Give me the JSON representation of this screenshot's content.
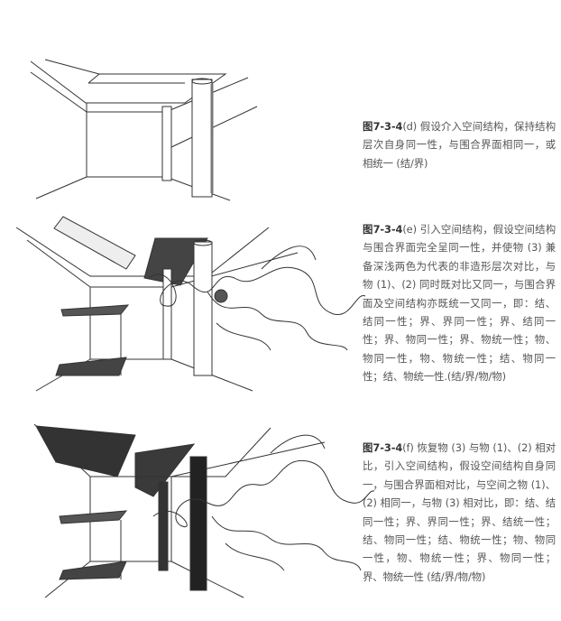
{
  "captions": [
    {
      "id": "图7-3-4",
      "text": "(d) 假设介入空间结构，保持结构层次自身同一性，与围合界面相同一，或相统一 (结/界)"
    },
    {
      "id": "图7-3-4",
      "text": "(e) 引入空间结构，假设空间结构与围合界面完全呈同一性，并使物 (3) 兼备深浅两色为代表的非造形层次对比，与物 (1)、(2) 同时既对比又同一，与围合界面及空间结构亦既统一又同一，即：结、结同一性；界、界同一性；界、结同一性；界、物同一性；界、物统一性；物、物同一性，物、物统一性；结、物同一性；结、物统一性.(结/界/物/物)"
    },
    {
      "id": "图7-3-4",
      "text": "(f) 恢复物 (3) 与物 (1)、(2) 相对比，引入空间结构，假设空间结构自身同一，与围合界面相对比，与空间之物 (1)、(2) 相同一，与物 (3) 相对比，即：结、结同一性；界、界同一性；界、结统一性；结、物同一性；结、物统一性；物、物同一性，物、物统一性；界、物同一性；界、物统一性 (结/界/物/物)"
    }
  ]
}
